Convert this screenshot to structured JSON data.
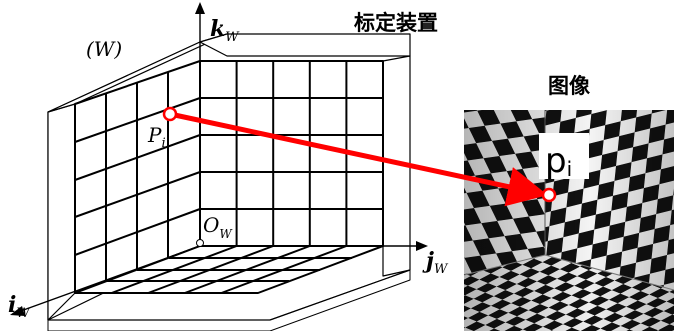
{
  "labels": {
    "title_device": "标定装置",
    "title_image": "图像",
    "world_frame": "(W)",
    "axis_k": "k",
    "axis_i": "i",
    "axis_j": "j",
    "axis_sub": "W",
    "origin_main": "O",
    "origin_sub": "W",
    "point_world_main": "P",
    "point_world_sub": "i",
    "point_image_main": "p",
    "point_image_sub": "i"
  },
  "colors": {
    "line": "#000000",
    "arrow": "#ff0000",
    "background": "#ffffff"
  }
}
